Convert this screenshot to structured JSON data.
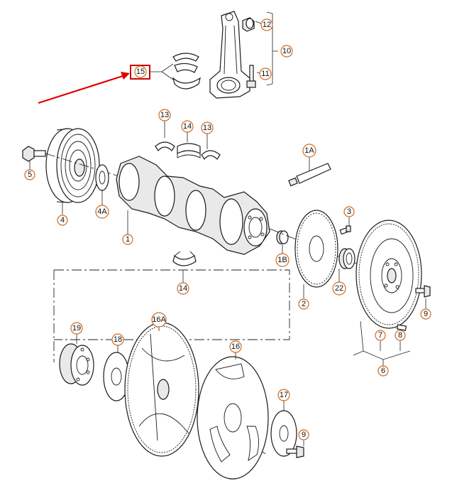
{
  "callouts": [
    {
      "id": "c12",
      "label": "12"
    },
    {
      "id": "c10",
      "label": "10"
    },
    {
      "id": "c11",
      "label": "11"
    },
    {
      "id": "c15",
      "label": "15"
    },
    {
      "id": "c13a",
      "label": "13"
    },
    {
      "id": "c14a",
      "label": "14"
    },
    {
      "id": "c13b",
      "label": "13"
    },
    {
      "id": "c1A",
      "label": "1A"
    },
    {
      "id": "c5",
      "label": "5"
    },
    {
      "id": "c4A",
      "label": "4A"
    },
    {
      "id": "c4",
      "label": "4"
    },
    {
      "id": "c1",
      "label": "1"
    },
    {
      "id": "c3",
      "label": "3"
    },
    {
      "id": "c1B",
      "label": "1B"
    },
    {
      "id": "c14b",
      "label": "14"
    },
    {
      "id": "c22",
      "label": "22"
    },
    {
      "id": "c2",
      "label": "2"
    },
    {
      "id": "c9a",
      "label": "9"
    },
    {
      "id": "c7",
      "label": "7"
    },
    {
      "id": "c8",
      "label": "8"
    },
    {
      "id": "c6",
      "label": "6"
    },
    {
      "id": "c19",
      "label": "19"
    },
    {
      "id": "c18",
      "label": "18"
    },
    {
      "id": "c16A",
      "label": "16A"
    },
    {
      "id": "c16",
      "label": "16"
    },
    {
      "id": "c17",
      "label": "17"
    },
    {
      "id": "c9b",
      "label": "9"
    }
  ],
  "highlight": {
    "target": "15",
    "color": "#d00000"
  },
  "colors": {
    "callout_outline": "#d2691e",
    "highlight": "#d00000",
    "line": "#1a1a1a"
  }
}
